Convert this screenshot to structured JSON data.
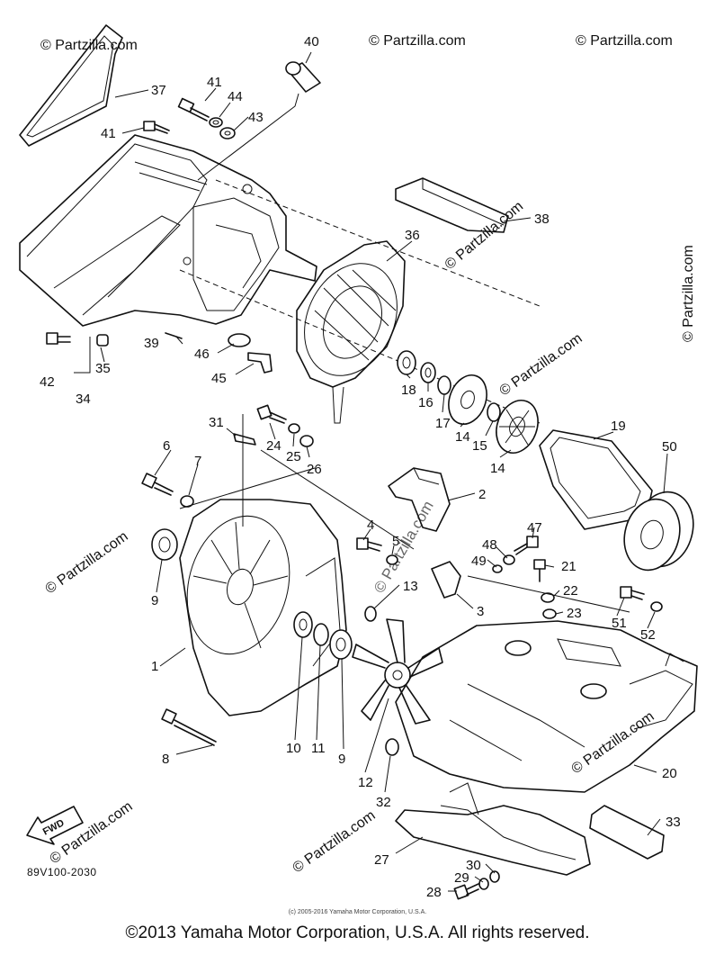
{
  "diagram": {
    "drawing_code": "89V100-2030",
    "fwd_label": "FWD",
    "small_copyright": "(c) 2005-2016 Yamaha Motor Corporation, U.S.A.",
    "footer_copyright": "©2013 Yamaha Motor Corporation, U.S.A. All rights reserved.",
    "watermark_text": "© Partzilla.com",
    "colors": {
      "line": "#111111",
      "background": "#ffffff",
      "watermark": "#c9c9c9"
    },
    "callouts": [
      {
        "id": "37",
        "label": "37"
      },
      {
        "id": "40",
        "label": "40"
      },
      {
        "id": "41a",
        "label": "41"
      },
      {
        "id": "44",
        "label": "44"
      },
      {
        "id": "43",
        "label": "43"
      },
      {
        "id": "41b",
        "label": "41"
      },
      {
        "id": "38",
        "label": "38"
      },
      {
        "id": "36",
        "label": "36"
      },
      {
        "id": "42",
        "label": "42"
      },
      {
        "id": "35",
        "label": "35"
      },
      {
        "id": "34",
        "label": "34"
      },
      {
        "id": "39",
        "label": "39"
      },
      {
        "id": "46",
        "label": "46"
      },
      {
        "id": "45",
        "label": "45"
      },
      {
        "id": "18",
        "label": "18"
      },
      {
        "id": "16",
        "label": "16"
      },
      {
        "id": "17",
        "label": "17"
      },
      {
        "id": "14a",
        "label": "14"
      },
      {
        "id": "15",
        "label": "15"
      },
      {
        "id": "14b",
        "label": "14"
      },
      {
        "id": "19",
        "label": "19"
      },
      {
        "id": "50",
        "label": "50"
      },
      {
        "id": "31",
        "label": "31"
      },
      {
        "id": "24",
        "label": "24"
      },
      {
        "id": "25",
        "label": "25"
      },
      {
        "id": "26",
        "label": "26"
      },
      {
        "id": "6",
        "label": "6"
      },
      {
        "id": "7",
        "label": "7"
      },
      {
        "id": "2",
        "label": "2"
      },
      {
        "id": "4",
        "label": "4"
      },
      {
        "id": "5",
        "label": "5"
      },
      {
        "id": "47",
        "label": "47"
      },
      {
        "id": "48",
        "label": "48"
      },
      {
        "id": "49",
        "label": "49"
      },
      {
        "id": "21",
        "label": "21"
      },
      {
        "id": "9a",
        "label": "9"
      },
      {
        "id": "13",
        "label": "13"
      },
      {
        "id": "3",
        "label": "3"
      },
      {
        "id": "22",
        "label": "22"
      },
      {
        "id": "23",
        "label": "23"
      },
      {
        "id": "51",
        "label": "51"
      },
      {
        "id": "52",
        "label": "52"
      },
      {
        "id": "1",
        "label": "1"
      },
      {
        "id": "8",
        "label": "8"
      },
      {
        "id": "10",
        "label": "10"
      },
      {
        "id": "11",
        "label": "11"
      },
      {
        "id": "9b",
        "label": "9"
      },
      {
        "id": "12",
        "label": "12"
      },
      {
        "id": "32",
        "label": "32"
      },
      {
        "id": "20",
        "label": "20"
      },
      {
        "id": "33",
        "label": "33"
      },
      {
        "id": "27",
        "label": "27"
      },
      {
        "id": "30",
        "label": "30"
      },
      {
        "id": "29",
        "label": "29"
      },
      {
        "id": "28",
        "label": "28"
      }
    ]
  }
}
